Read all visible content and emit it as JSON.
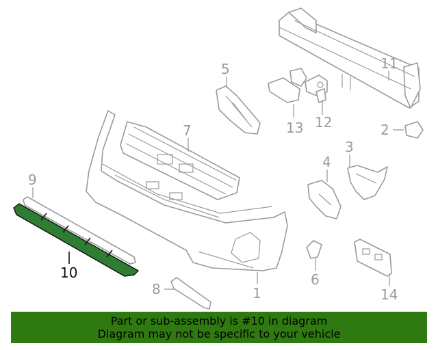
{
  "callouts": {
    "c1": "1",
    "c2": "2",
    "c3": "3",
    "c4": "4",
    "c5": "5",
    "c6": "6",
    "c7": "7",
    "c8": "8",
    "c9": "9",
    "c10": "10",
    "c11": "11",
    "c12": "12",
    "c13": "13",
    "c14": "14"
  },
  "highlight": {
    "part": "10",
    "color": "#2e7d32"
  },
  "banner": {
    "line1": "Part or sub-assembly is #10 in diagram",
    "line2": "Diagram may not be specific to your vehicle",
    "color": "#2f7a10"
  }
}
